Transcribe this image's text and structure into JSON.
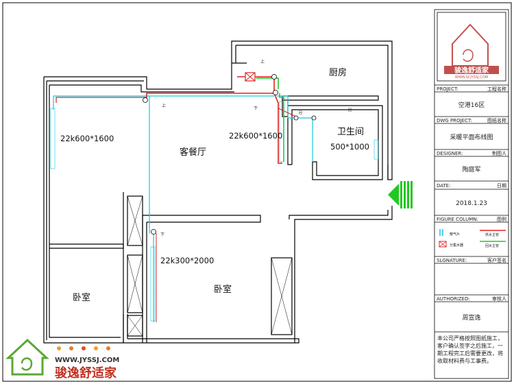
{
  "rooms": {
    "kitchen": "厨房",
    "living": "客餐厅",
    "bathroom": "卫生间",
    "bedroom_left": "卧室",
    "bedroom_main": "卧室"
  },
  "radiators": {
    "left": "22k600*1600",
    "center": "22k600*1600",
    "bath": "500*1000",
    "bedroom": "22k300*2000"
  },
  "valve_labels": {
    "up1": "上",
    "down1": "下",
    "up2": "上",
    "down2": "下",
    "bath_a": "回",
    "bath_b": "回"
  },
  "title_block": {
    "project_label": "PROJECT:",
    "project_name_label": "工程名称",
    "project_value": "空港16区",
    "dwg_label": "DWG PROJECT:",
    "dwg_name_label": "图纸名称",
    "dwg_value": "采暖平面布线图",
    "designer_label": "DESIGNER:",
    "designer_name_label": "制图人",
    "designer_value": "陶庭军",
    "date_label": "DATE:",
    "date_name_label": "日期",
    "date_value": "2018.1.23",
    "legend_label": "FIGURE COLUMN:",
    "legend_name_label": "图例",
    "legend_items": [
      "散气片",
      "供水主管",
      "分集水器",
      "回水主管"
    ],
    "signature_label": "SLGNATURE:",
    "signature_name_label": "客户签名",
    "authorized_label": "AUTHORIZED:",
    "authorized_name_label": "审核人",
    "authorized_value": "周宣逸",
    "note": "本公司严格按照图纸施工，客户确认签字之后施工，一期工程完工后需要更改，将收取材料费与工事费。"
  },
  "brand": {
    "logo_text": "骏逸舒适家",
    "logo_url_text": "WWW.SCJYSSJ.COM",
    "footer_url": "WWW.JYSSJ.COM",
    "footer_name": "骏逸舒适家"
  },
  "colors": {
    "supply": "#e02020",
    "return": "#22c822",
    "radiator": "#16c8e0",
    "wall": "#000000",
    "logo": "#c0504d",
    "brand_green": "#5aa832",
    "arrow": "#22c822"
  }
}
